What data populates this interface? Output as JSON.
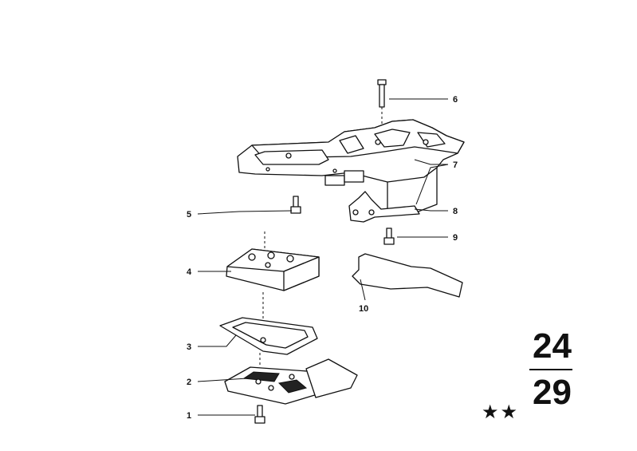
{
  "callouts": [
    {
      "label": "1"
    },
    {
      "label": "2"
    },
    {
      "label": "3"
    },
    {
      "label": "4"
    },
    {
      "label": "5"
    },
    {
      "label": "6"
    },
    {
      "label": "7"
    },
    {
      "label": "8"
    },
    {
      "label": "9"
    },
    {
      "label": "10"
    }
  ],
  "group": {
    "top": "24",
    "bottom": "29",
    "stars": "★★"
  }
}
